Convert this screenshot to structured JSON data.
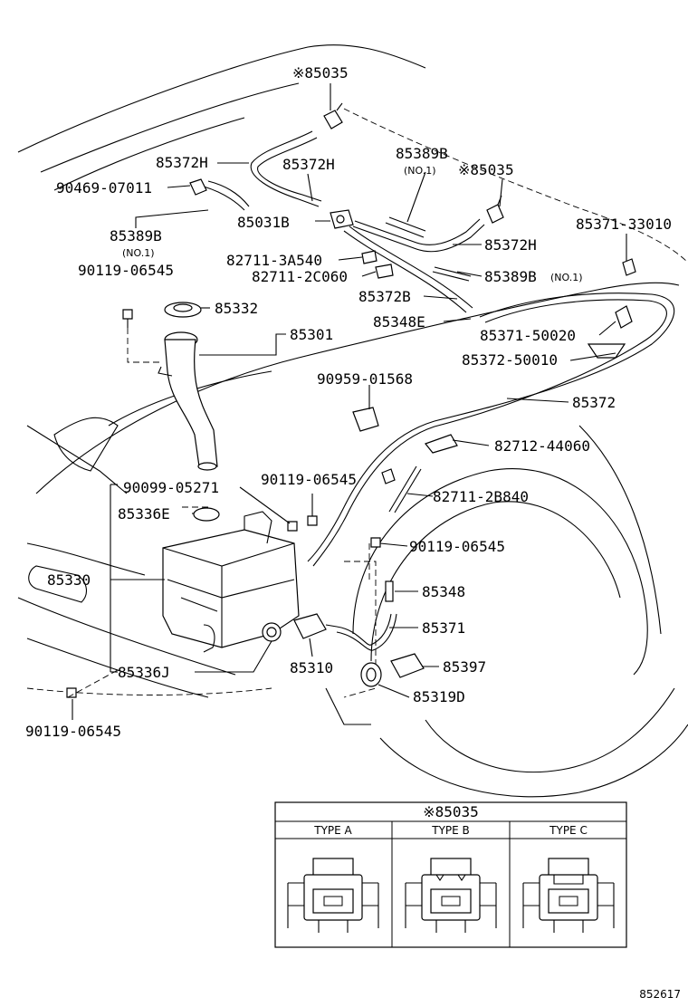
{
  "labels": {
    "p85035_top": "※85035",
    "p85372H_a": "85372H",
    "p85372H_b": "85372H",
    "p85389B_a": "85389B",
    "p85389B_a_note": "(NO.1)",
    "p85035_mid": "※85035",
    "p90469": "90469-07011",
    "p85389B_b": "85389B",
    "p85389B_b_note": "(NO.1)",
    "p85031B": "85031B",
    "p85372H_c": "85372H",
    "p85371_33010": "85371-33010",
    "p82711_3A540": "82711-3A540",
    "p82711_2C060": "82711-2C060",
    "p85389B_c": "85389B",
    "p85389B_c_note": "(NO.1)",
    "p90119_a": "90119-06545",
    "p85332": "85332",
    "p85372B": "85372B",
    "p85348E": "85348E",
    "p85371_50020": "85371-50020",
    "p85301": "85301",
    "p85372_50010": "85372-50010",
    "p90959": "90959-01568",
    "p85372": "85372",
    "p82712": "82712-44060",
    "p90099": "90099-05271",
    "p90119_b": "90119-06545",
    "p82711_2B840": "82711-2B840",
    "p85336E": "85336E",
    "p90119_c": "90119-06545",
    "p85330": "85330",
    "p85348": "85348",
    "p85371": "85371",
    "p85310": "85310",
    "p85397": "85397",
    "p85336J": "85336J",
    "p85319D": "85319D",
    "p90119_d": "90119-06545"
  },
  "legend_table": {
    "title": "※85035",
    "types": [
      "TYPE A",
      "TYPE B",
      "TYPE C"
    ]
  },
  "figure_id": "852617"
}
